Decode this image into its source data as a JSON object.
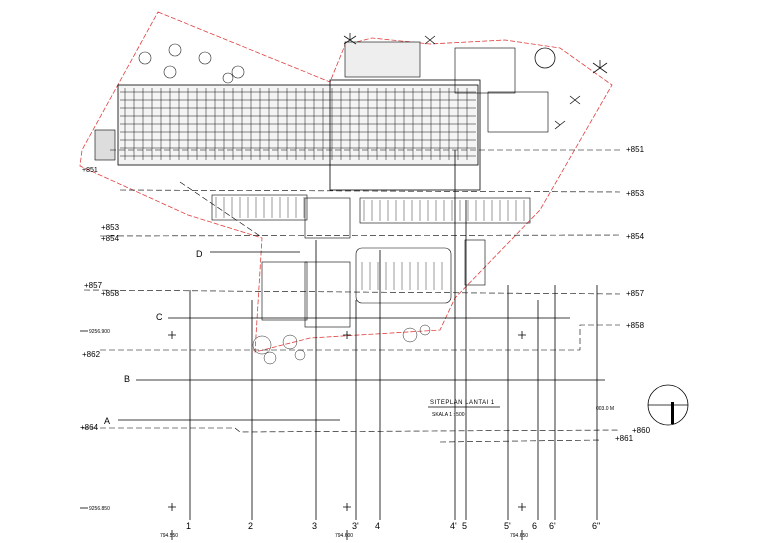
{
  "title": {
    "main": "SITEPLAN LANTAI 1",
    "scale": "SKALA 1 : 500"
  },
  "north": {
    "label": "003.0 M"
  },
  "grid_axes_vertical": [
    "1",
    "2",
    "3",
    "3'",
    "4",
    "4'",
    "5",
    "5'",
    "6",
    "6'",
    "6\""
  ],
  "grid_axes_horizontal": [
    "D",
    "C",
    "B",
    "A"
  ],
  "elevations_right": [
    "+851",
    "+853",
    "+854",
    "+857",
    "+858",
    "+860",
    "+861"
  ],
  "elevations_left": [
    "+851",
    "+853",
    "+854",
    "+857",
    "+858",
    "+862",
    "+864"
  ],
  "coordinates": {
    "northing_top": "9256.900",
    "northing_bottom": "9256.850",
    "easting_1": "794.550",
    "easting_2": "794.600",
    "easting_3": "794.650"
  }
}
